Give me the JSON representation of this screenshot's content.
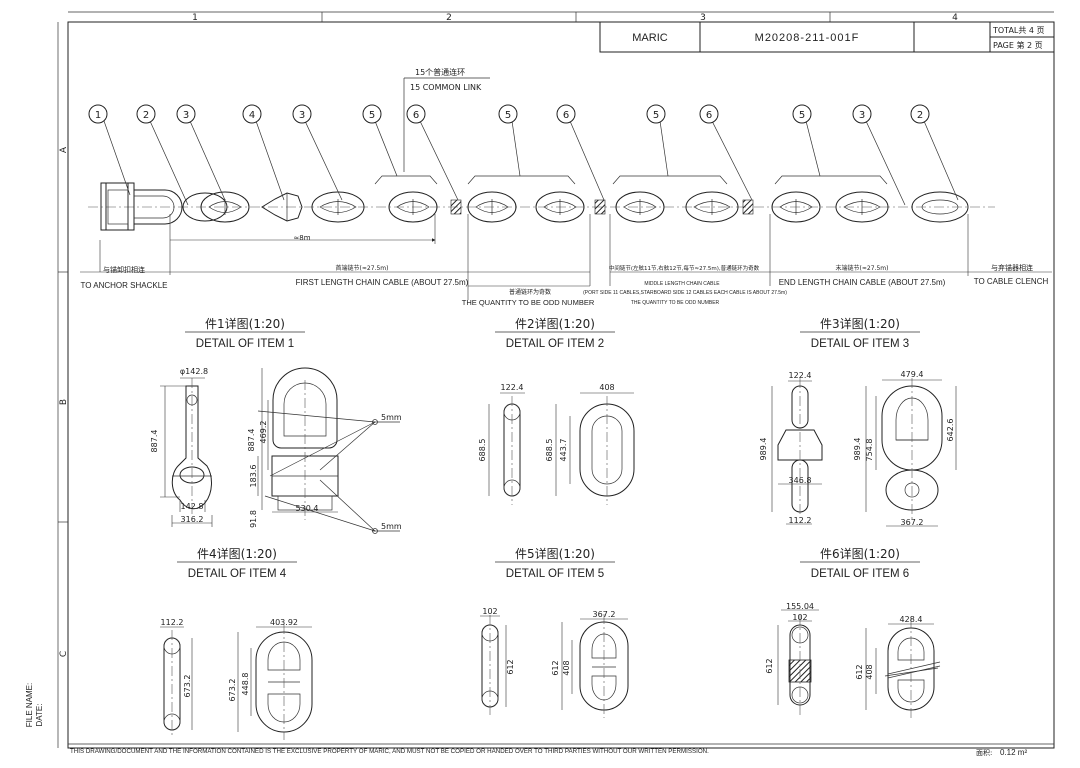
{
  "title_block": {
    "company": "MARIC",
    "drawing_no": "M20208-211-001F",
    "total_pages": "TOTAL共 4 页",
    "page": "PAGE 第 2 页"
  },
  "zones": {
    "columns": [
      "1",
      "2",
      "3",
      "4"
    ],
    "rows": [
      "A",
      "B",
      "C"
    ]
  },
  "main_view": {
    "common_link_cn": "15个普通连环",
    "common_link_en": "15 COMMON LINK",
    "bubbles": [
      "1",
      "2",
      "3",
      "4",
      "3",
      "5",
      "6",
      "5",
      "6",
      "5",
      "6",
      "5",
      "3",
      "2"
    ],
    "dim_8m": "≈8m",
    "anchor_cn": "与锚卸扣相连",
    "anchor_en": "TO ANCHOR SHACKLE",
    "first_cn": "首端链节(≈27.5m)",
    "first_en": "FIRST LENGTH CHAIN CABLE (ABOUT 27.5m)",
    "odd_cn": "普通链环为奇数",
    "odd_en": "THE QUANTITY TO BE ODD NUMBER",
    "middle_cn": "中间链节(左舷11节,右舷12节,每节≈27.5m),普通链环为奇数",
    "middle_en1": "MIDDLE LENGTH CHAIN CABLE",
    "middle_en2": "(PORT SIDE 11 CABLES,STARBOARD SIDE 12 CABLES EACH CABLE IS ABOUT 27.5m)",
    "middle_en3": "THE QUANTITY TO BE ODD NUMBER",
    "end_cn": "末端链节(≈27.5m)",
    "end_en": "END LENGTH CHAIN CABLE (ABOUT 27.5m)",
    "clench_cn": "与弃锚器相连",
    "clench_en": "TO CABLE CLENCH"
  },
  "details": [
    {
      "cn": "件1详图(1:20)",
      "en": "DETAIL OF ITEM 1",
      "dims": [
        "φ142.8",
        "887.4",
        "142.8",
        "316.2",
        "887.4",
        "469.2",
        "183.6",
        "91.8",
        "530.4",
        "5mm",
        "5mm"
      ]
    },
    {
      "cn": "件2详图(1:20)",
      "en": "DETAIL OF ITEM 2",
      "dims": [
        "122.4",
        "688.5",
        "408",
        "688.5",
        "443.7"
      ]
    },
    {
      "cn": "件3详图(1:20)",
      "en": "DETAIL OF ITEM 3",
      "dims": [
        "122.4",
        "989.4",
        "346.8",
        "112.2",
        "479.4",
        "989.4",
        "754.8",
        "642.6",
        "367.2"
      ]
    },
    {
      "cn": "件4详图(1:20)",
      "en": "DETAIL OF ITEM 4",
      "dims": [
        "112.2",
        "673.2",
        "403.92",
        "673.2",
        "448.8"
      ]
    },
    {
      "cn": "件5详图(1:20)",
      "en": "DETAIL OF ITEM 5",
      "dims": [
        "102",
        "612",
        "367.2",
        "612",
        "408"
      ]
    },
    {
      "cn": "件6详图(1:20)",
      "en": "DETAIL OF ITEM 6",
      "dims": [
        "155.04",
        "102",
        "612",
        "428.4",
        "612",
        "408"
      ]
    }
  ],
  "footer": {
    "disclaimer": "THIS DRAWING/DOCUMENT AND THE INFORMATION CONTAINED IS THE EXCLUSIVE PROPERTY OF MARIC, AND MUST NOT BE COPIED OR HANDED OVER TO THIRD PARTIES WITHOUT OUR WRITTEN PERMISSION.",
    "area_label": "面积:",
    "area_value": "0.12 m²",
    "file_name_label": "FILE NAME:",
    "date_label": "DATE:"
  }
}
